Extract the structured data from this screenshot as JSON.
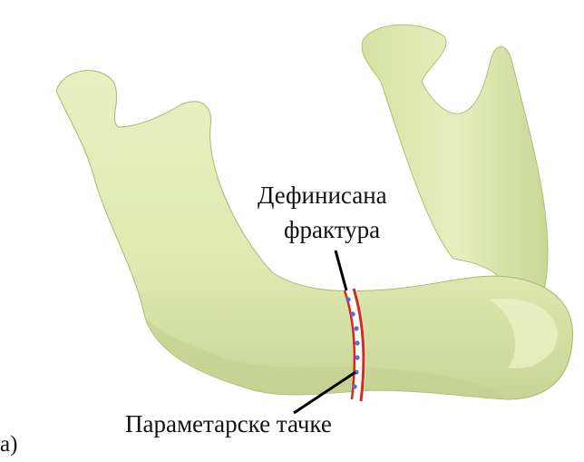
{
  "figure": {
    "panel_label": "а)",
    "fracture_label_line1": "Дефинисана",
    "fracture_label_line2": "фрактура",
    "points_label": "Параметарске тачке"
  },
  "colors": {
    "bone": "#dfe9b0",
    "bone_shade": "#b9c98a",
    "fracture_line": "#d8281e",
    "parameter_point": "#5a6bd6",
    "leader_line": "#000000"
  }
}
